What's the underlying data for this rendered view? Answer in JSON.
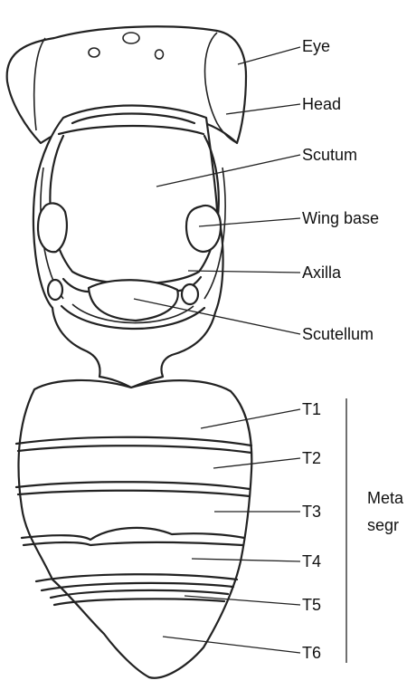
{
  "labels": {
    "eye": "Eye",
    "head": "Head",
    "scutum": "Scutum",
    "wing_base": "Wing base",
    "axilla": "Axilla",
    "scutellum": "Scutellum",
    "t1": "T1",
    "t2": "T2",
    "t3": "T3",
    "t4": "T4",
    "t5": "T5",
    "t6": "T6",
    "metasoma_line1": "Meta",
    "metasoma_line2": "segr"
  }
}
